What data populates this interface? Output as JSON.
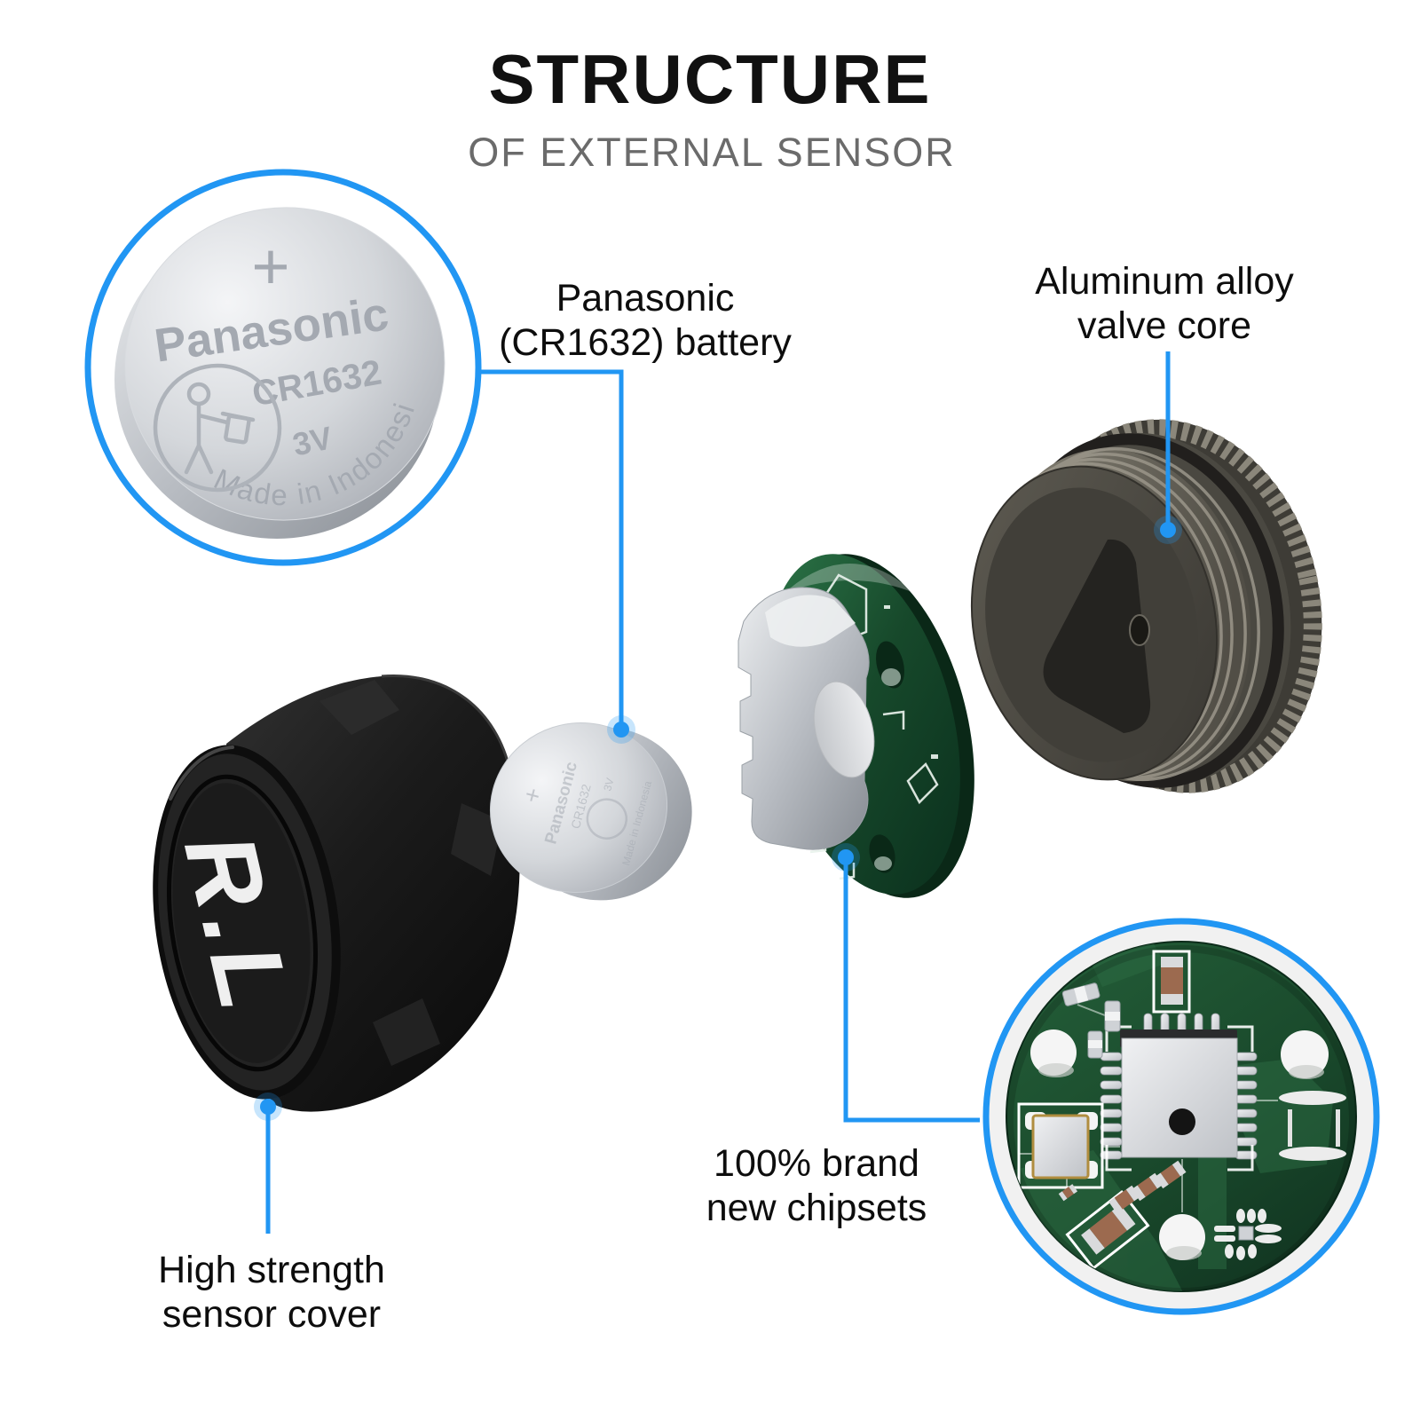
{
  "header": {
    "title": "STRUCTURE",
    "subtitle": "OF EXTERNAL SENSOR"
  },
  "callouts": {
    "battery": {
      "line1": "Panasonic",
      "line2": "(CR1632) battery"
    },
    "valve_core": {
      "line1": "Aluminum alloy",
      "line2": "valve core"
    },
    "chipsets": {
      "line1": "100% brand",
      "line2": "new chipsets"
    },
    "sensor_cover": {
      "line1": "High strength",
      "line2": "sensor cover"
    }
  },
  "battery_markings": {
    "polarity": "+",
    "brand": "Panasonic",
    "model": "CR1632",
    "voltage": "3V",
    "origin": "Made in Indonesia"
  },
  "cover_logo": "R.L",
  "icons": {
    "dispose_icon": "keep-away-from-children pictogram",
    "magnifier_circles": "zoom detail callout circles"
  },
  "colors": {
    "accent_blue": "#2196f3",
    "title": "#111111",
    "subtitle_gray": "#6b6b6b",
    "label_text": "#0d0d0d",
    "pcb_green_dark": "#16492b",
    "pcb_green_light": "#2c6e45",
    "battery_silver": "#c9ccd1",
    "engraving_gray": "#a6abb3",
    "metal_gray": "#55524a",
    "cover_black": "#1c1c1c"
  }
}
